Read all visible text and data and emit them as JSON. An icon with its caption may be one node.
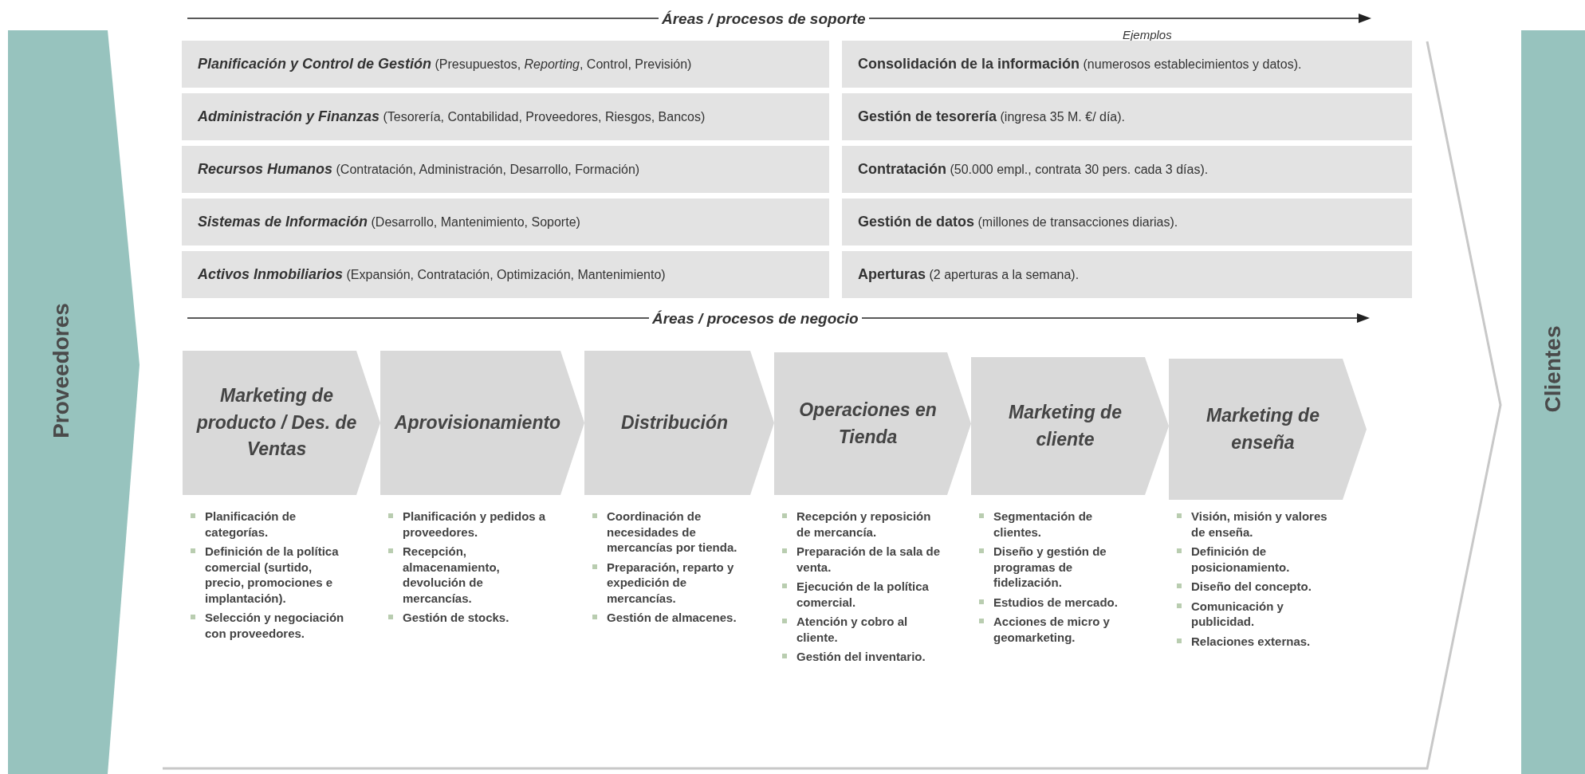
{
  "diagram": {
    "nodes": [
      {
        "text": [
          "Proveedores"
        ]
      },
      {
        "text": [
          "Clientes"
        ]
      },
      {
        "text": [
          "Planificación y Control de Gestión",
          "(Presupuestos, *Reporting*, Control, Previsión)"
        ]
      },
      {
        "text": [
          "Administración y Finanzas",
          "(Tesorería, Contabilidad, Proveedores, Riesgos, Bancos)"
        ]
      },
      {
        "text": [
          "Recursos Humanos",
          "(Contratación, Administración, Desarrollo, Formación)"
        ]
      },
      {
        "text": [
          "Sistemas de Información",
          "(Desarrollo, Mantenimiento, Soporte)"
        ]
      },
      {
        "text": [
          "Activos Inmobiliarios",
          "(Expansión, Contratación, Optimización, Mantenimiento)"
        ]
      },
      {
        "text": [
          "Consolidación de la información",
          "(numerosos establecimientos y datos)."
        ]
      },
      {
        "text": [
          "Gestión de tesorería",
          "(ingresa 35 M. €/ día)."
        ]
      },
      {
        "text": [
          "Contratación",
          "(50.000 empl., contrata 30 pers. cada 3 días)."
        ]
      },
      {
        "text": [
          "Gestión de datos",
          "(millones de transacciones diarias)."
        ]
      },
      {
        "text": [
          "Aperturas",
          "(2 aperturas a la semana)."
        ]
      },
      {
        "text": [
          "Marketing de producto / Des. de Ventas"
        ],
        "beside": [
          "Planificación de categorías.",
          "Definición de la política comercial (surtido, precio, promociones e implantación).",
          "Selección y negociación con proveedores."
        ]
      },
      {
        "text": [
          "Aprovisionamiento"
        ],
        "beside": [
          "Planificación y pedidos a proveedores.",
          "Recepción, almacenamiento, devolución de mercancías.",
          "Gestión de stocks."
        ]
      },
      {
        "text": [
          "Distribución"
        ],
        "beside": [
          "Coordinación de necesidades de mercancías por tienda.",
          "Preparación, reparto y expedición de mercancías.",
          "Gestión de almacenes."
        ]
      },
      {
        "text": [
          "Operaciones en Tienda"
        ],
        "beside": [
          "Recepción y reposición de mercancía.",
          "Preparación de la sala de venta.",
          "Ejecución de la política comercial.",
          "Atención y cobro al cliente.",
          "Gestión del inventario."
        ]
      },
      {
        "text": [
          "Marketing de cliente"
        ],
        "beside": [
          "Segmentación de clientes.",
          "Diseño y gestión de programas de fidelización.",
          "Estudios de mercado.",
          "Acciones de micro y geomarketing."
        ]
      },
      {
        "text": [
          "Marketing de enseña"
        ],
        "beside": [
          "Visión, misión y valores de enseña.",
          "Definición de posicionamiento.",
          "Diseño del concepto.",
          "Comunicación y publicidad.",
          "Relaciones externas."
        ]
      }
    ],
    "edges": [],
    "labels": [
      "Áreas / procesos de soporte",
      "Ejemplos",
      "Áreas / procesos de negocio"
    ]
  }
}
